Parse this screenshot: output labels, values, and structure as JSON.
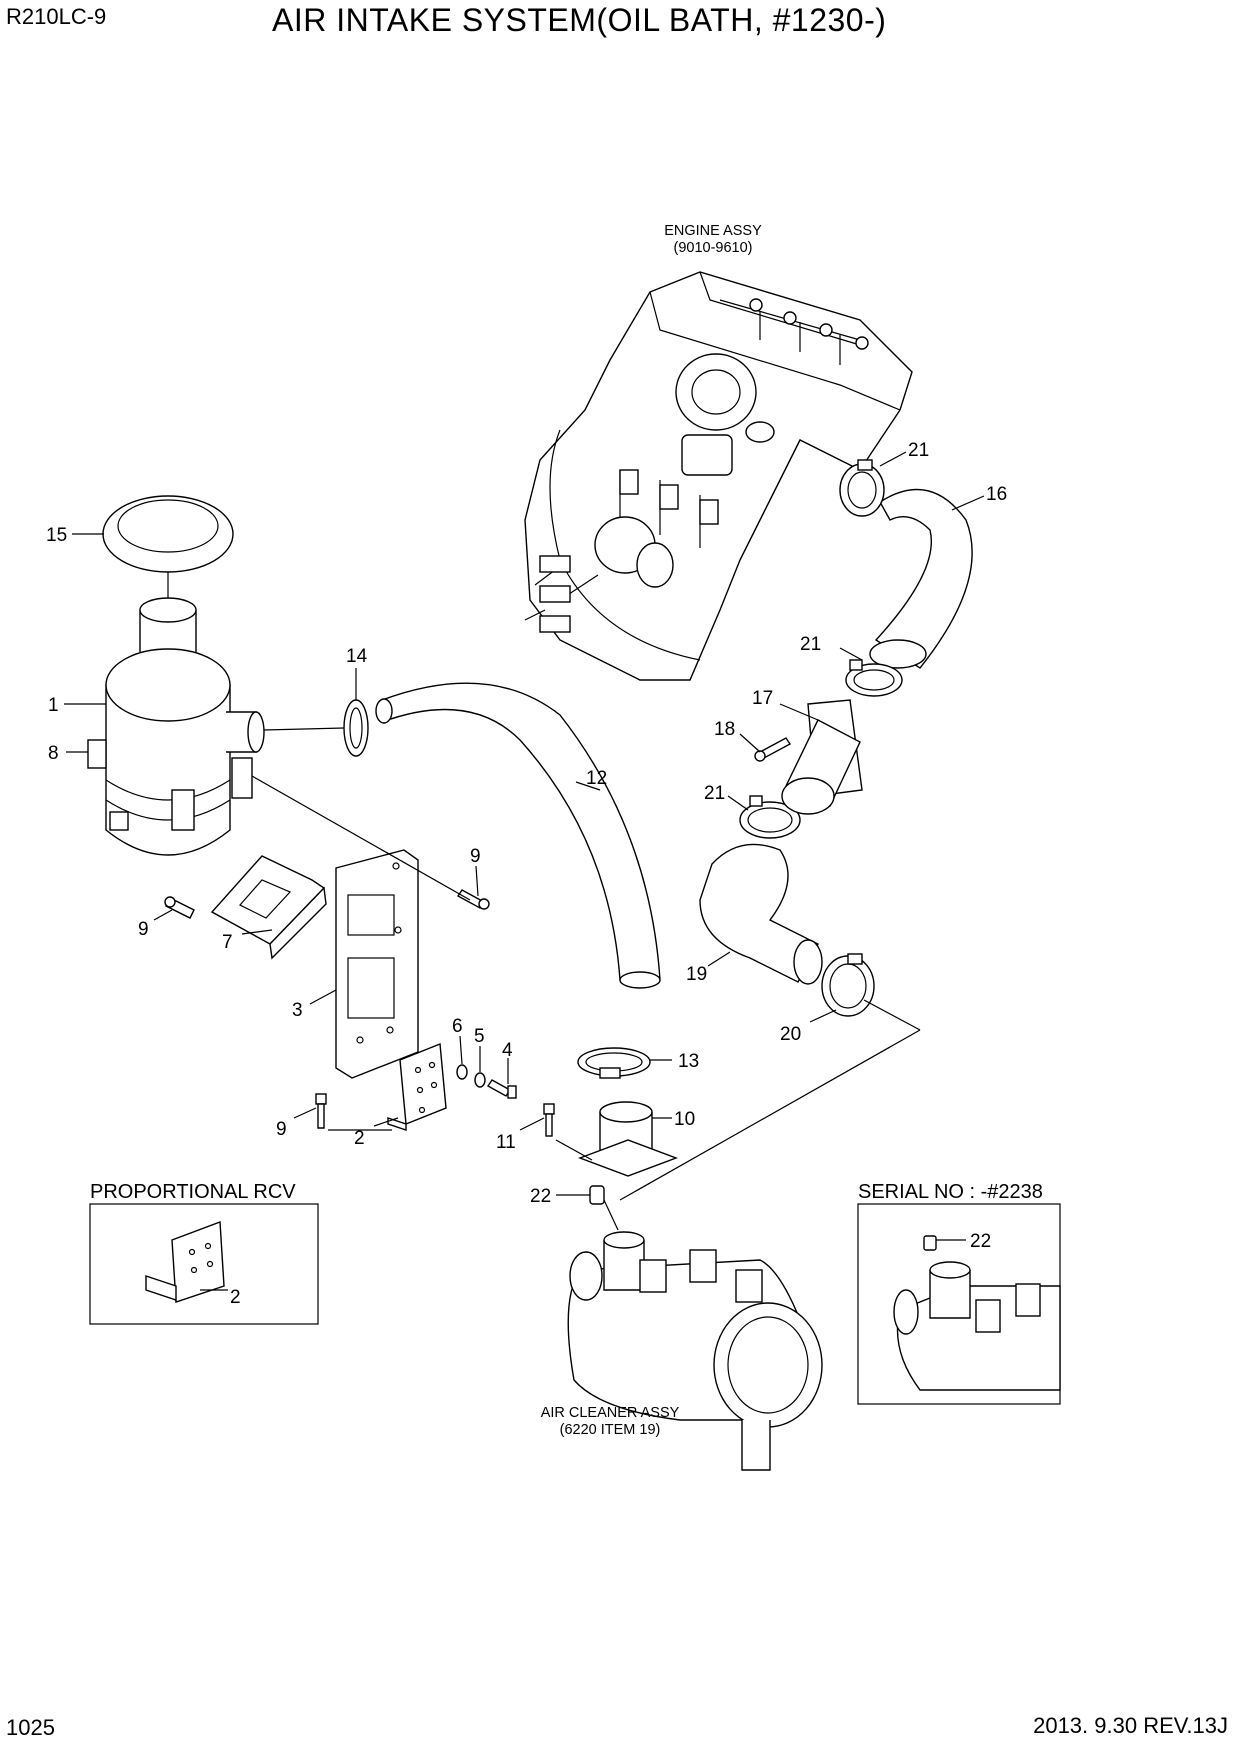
{
  "header": {
    "model": "R210LC-9",
    "title": "AIR INTAKE SYSTEM(OIL BATH, #1230-)"
  },
  "footer": {
    "page_number": "1025",
    "revision": "2013. 9.30  REV.13J"
  },
  "notes": {
    "engine_line1": "ENGINE ASSY",
    "engine_line2": "(9010-9610)",
    "cleaner_line1": "AIR CLEANER ASSY",
    "cleaner_line2": "(6220 ITEM 19)"
  },
  "insets": {
    "proportional_rcv": "PROPORTIONAL RCV",
    "serial_no": "SERIAL NO : -#2238"
  },
  "callouts": {
    "p1": "1",
    "p2": "2",
    "p3": "3",
    "p4": "4",
    "p5": "5",
    "p6": "6",
    "p7": "7",
    "p8": "8",
    "p9": "9",
    "p10": "10",
    "p11": "11",
    "p12": "12",
    "p13": "13",
    "p14": "14",
    "p15": "15",
    "p16": "16",
    "p17": "17",
    "p18": "18",
    "p19": "19",
    "p20": "20",
    "p21": "21",
    "p22": "22"
  }
}
